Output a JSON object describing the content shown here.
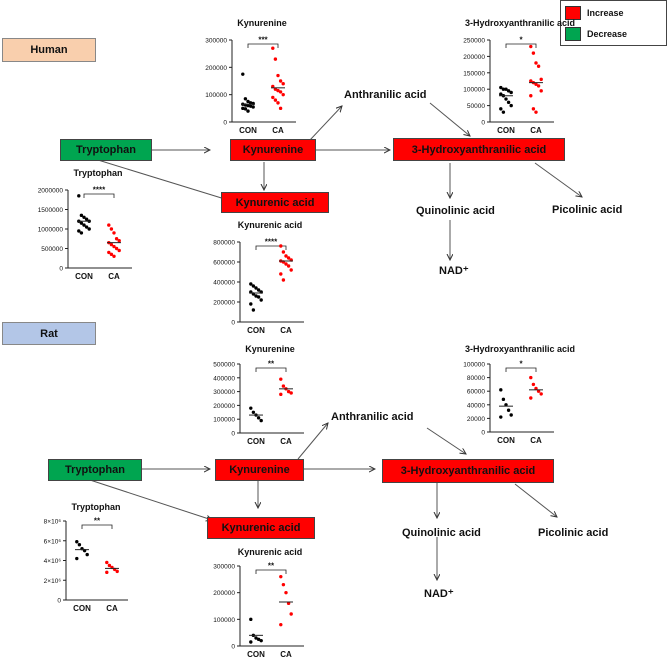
{
  "legend": {
    "increase": "Increase",
    "decrease": "Decrease",
    "increase_color": "#ff0000",
    "decrease_color": "#00a550"
  },
  "human": {
    "label": "Human",
    "tryptophan": "Tryptophan",
    "kynurenine": "Kynurenine",
    "kynurenic_acid": "Kynurenic acid",
    "hydroxyanthranilic": "3-Hydroxyanthranilic acid",
    "anthranilic": "Anthranilic acid",
    "quinolinic": "Quinolinic acid",
    "picolinic": "Picolinic acid",
    "nad": "NAD⁺"
  },
  "rat": {
    "label": "Rat",
    "tryptophan": "Tryptophan",
    "kynurenine": "Kynurenine",
    "kynurenic_acid": "Kynurenic acid",
    "hydroxyanthranilic": "3-Hydroxyanthranilic acid",
    "anthranilic": "Anthranilic acid",
    "quinolinic": "Quinolinic acid",
    "picolinic": "Picolinic acid",
    "nad": "NAD⁺"
  },
  "chart_data": [
    {
      "id": "h-kyn",
      "type": "scatter",
      "title": "Kynurenine",
      "categories": [
        "CON",
        "CA"
      ],
      "sig": "***",
      "yticks": [
        "0",
        "100000",
        "200000",
        "300000"
      ],
      "ylim": [
        0,
        300000
      ],
      "series": [
        {
          "color": "#000000",
          "values": [
            175000,
            85000,
            75000,
            70000,
            68000,
            65000,
            62000,
            60000,
            58000,
            55000,
            50000,
            48000,
            40000
          ]
        },
        {
          "color": "#ff0000",
          "values": [
            270000,
            230000,
            170000,
            150000,
            140000,
            130000,
            120000,
            115000,
            110000,
            100000,
            90000,
            80000,
            70000,
            50000
          ]
        }
      ],
      "means": [
        65000,
        125000
      ]
    },
    {
      "id": "h-hya",
      "type": "scatter",
      "title": "3-Hydroxyanthranilic acid",
      "categories": [
        "CON",
        "CA"
      ],
      "sig": "*",
      "yticks": [
        "0",
        "50000",
        "100000",
        "150000",
        "200000",
        "250000"
      ],
      "ylim": [
        0,
        250000
      ],
      "series": [
        {
          "color": "#000000",
          "values": [
            105000,
            100000,
            100000,
            95000,
            90000,
            85000,
            80000,
            70000,
            60000,
            50000,
            40000,
            30000
          ]
        },
        {
          "color": "#ff0000",
          "values": [
            230000,
            210000,
            180000,
            170000,
            130000,
            125000,
            120000,
            115000,
            110000,
            95000,
            80000,
            40000,
            30000
          ]
        }
      ],
      "means": [
        80000,
        120000
      ]
    },
    {
      "id": "h-trp",
      "type": "scatter",
      "title": "Tryptophan",
      "categories": [
        "CON",
        "CA"
      ],
      "sig": "****",
      "yticks": [
        "0",
        "500000",
        "1000000",
        "1500000",
        "2000000"
      ],
      "ylim": [
        0,
        2000000
      ],
      "series": [
        {
          "color": "#000000",
          "values": [
            1850000,
            1350000,
            1300000,
            1250000,
            1200000,
            1200000,
            1150000,
            1100000,
            1050000,
            1000000,
            950000,
            900000
          ]
        },
        {
          "color": "#ff0000",
          "values": [
            1100000,
            1000000,
            900000,
            750000,
            700000,
            650000,
            600000,
            550000,
            500000,
            450000,
            400000,
            350000,
            300000
          ]
        }
      ],
      "means": [
        1200000,
        650000
      ]
    },
    {
      "id": "h-kyna",
      "type": "scatter",
      "title": "Kynurenic acid",
      "categories": [
        "CON",
        "CA"
      ],
      "sig": "****",
      "yticks": [
        "0",
        "200000",
        "400000",
        "600000",
        "800000"
      ],
      "ylim": [
        0,
        800000
      ],
      "series": [
        {
          "color": "#000000",
          "values": [
            380000,
            360000,
            340000,
            320000,
            300000,
            300000,
            280000,
            260000,
            250000,
            220000,
            180000,
            120000
          ]
        },
        {
          "color": "#ff0000",
          "values": [
            760000,
            700000,
            660000,
            640000,
            620000,
            610000,
            600000,
            580000,
            560000,
            520000,
            480000,
            420000
          ]
        }
      ],
      "means": [
        290000,
        610000
      ]
    },
    {
      "id": "r-kyn",
      "type": "scatter",
      "title": "Kynurenine",
      "categories": [
        "CON",
        "CA"
      ],
      "sig": "**",
      "yticks": [
        "0",
        "100000",
        "200000",
        "300000",
        "400000",
        "500000"
      ],
      "ylim": [
        0,
        500000
      ],
      "series": [
        {
          "color": "#000000",
          "values": [
            180000,
            150000,
            130000,
            110000,
            90000
          ]
        },
        {
          "color": "#ff0000",
          "values": [
            390000,
            340000,
            320000,
            300000,
            290000,
            280000
          ]
        }
      ],
      "means": [
        130000,
        320000
      ]
    },
    {
      "id": "r-hya",
      "type": "scatter",
      "title": "3-Hydroxyanthranilic acid",
      "categories": [
        "CON",
        "CA"
      ],
      "sig": "*",
      "yticks": [
        "0",
        "20000",
        "40000",
        "60000",
        "80000",
        "100000"
      ],
      "ylim": [
        0,
        100000
      ],
      "series": [
        {
          "color": "#000000",
          "values": [
            62000,
            48000,
            40000,
            32000,
            25000,
            22000
          ]
        },
        {
          "color": "#ff0000",
          "values": [
            80000,
            70000,
            64000,
            60000,
            56000,
            50000
          ]
        }
      ],
      "means": [
        38000,
        62000
      ]
    },
    {
      "id": "r-trp",
      "type": "scatter",
      "title": "Tryptophan",
      "categories": [
        "CON",
        "CA"
      ],
      "sig": "**",
      "yticks": [
        "0",
        "2×10⁶",
        "4×10⁶",
        "6×10⁶",
        "8×10⁶"
      ],
      "ylim": [
        0,
        8000000
      ],
      "series": [
        {
          "color": "#000000",
          "values": [
            5900000,
            5600000,
            5200000,
            5000000,
            4600000,
            4200000
          ]
        },
        {
          "color": "#ff0000",
          "values": [
            3800000,
            3500000,
            3300000,
            3100000,
            2900000,
            2800000
          ]
        }
      ],
      "means": [
        5100000,
        3200000
      ]
    },
    {
      "id": "r-kyna",
      "type": "scatter",
      "title": "Kynurenic acid",
      "categories": [
        "CON",
        "CA"
      ],
      "sig": "**",
      "yticks": [
        "0",
        "100000",
        "200000",
        "300000"
      ],
      "ylim": [
        0,
        300000
      ],
      "series": [
        {
          "color": "#000000",
          "values": [
            100000,
            40000,
            30000,
            25000,
            20000,
            15000
          ]
        },
        {
          "color": "#ff0000",
          "values": [
            260000,
            230000,
            200000,
            160000,
            120000,
            80000
          ]
        }
      ],
      "means": [
        40000,
        165000
      ]
    }
  ]
}
